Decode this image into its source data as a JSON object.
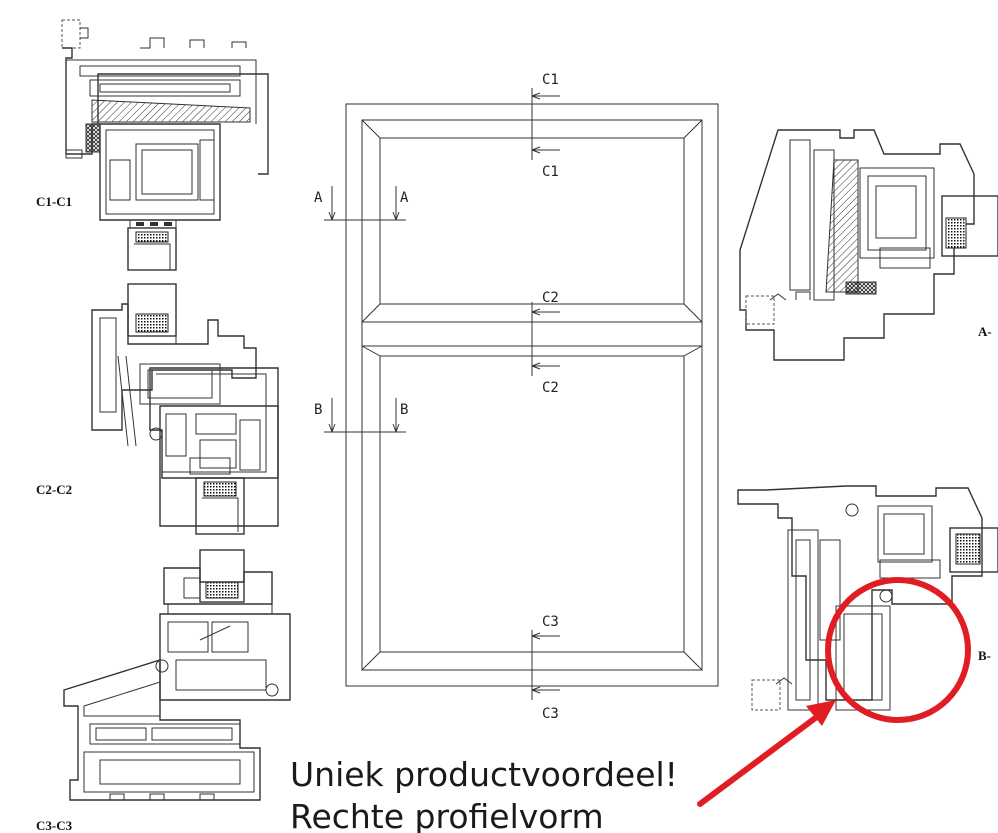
{
  "sections": {
    "c1": "C1-C1",
    "c2": "C2-C2",
    "c3": "C3-C3",
    "a": "A-",
    "b": "B-"
  },
  "window_marks": {
    "c1_top": "C1",
    "c1_bottom": "C1",
    "c2_top": "C2",
    "c2_bottom": "C2",
    "c3_top": "C3",
    "c3_bottom": "C3",
    "a_left": "A",
    "a_right": "A",
    "b_left": "B",
    "b_right": "B"
  },
  "callout": {
    "line1": "Uniek productvoordeel!",
    "line2": "Rechte profielvorm",
    "color": "#e11d24"
  }
}
